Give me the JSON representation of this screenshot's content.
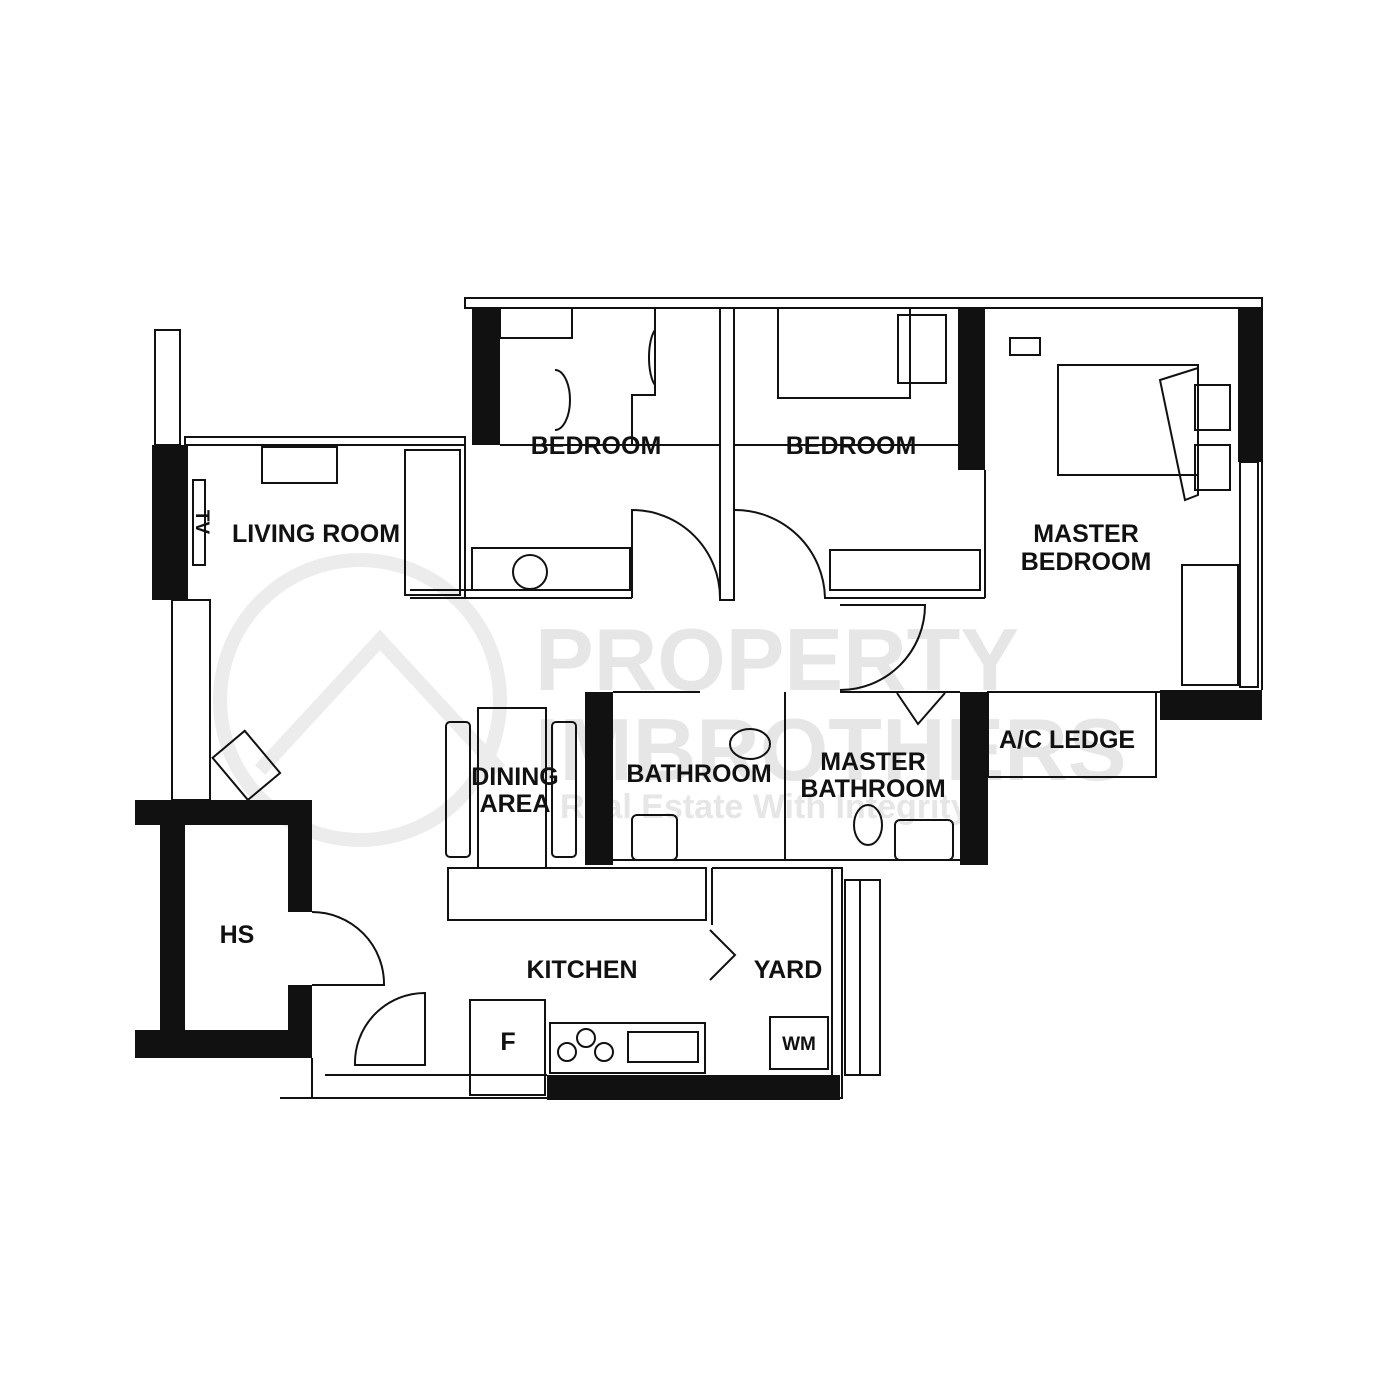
{
  "plan": {
    "rooms": {
      "bedroom_1": "BEDROOM",
      "bedroom_2": "BEDROOM",
      "master_bedroom_line1": "MASTER",
      "master_bedroom_line2": "BEDROOM",
      "living_room": "LIVING ROOM",
      "dining_line1": "DINING",
      "dining_line2": "AREA",
      "bathroom": "BATHROOM",
      "master_bathroom_line1": "MASTER",
      "master_bathroom_line2": "BATHROOM",
      "ac_ledge": "A/C LEDGE",
      "hs": "HS",
      "kitchen": "KITCHEN",
      "yard": "YARD"
    },
    "fixtures": {
      "tv": "TV",
      "fridge": "F",
      "washing_machine": "WM"
    },
    "colors": {
      "wall": "#111111",
      "watermark": "#e6e6e6",
      "background": "#ffffff"
    }
  },
  "watermark": {
    "line1": "PROPERTY",
    "line2": "IMBROTHERS",
    "tagline": "Real Estate With Integrity"
  }
}
